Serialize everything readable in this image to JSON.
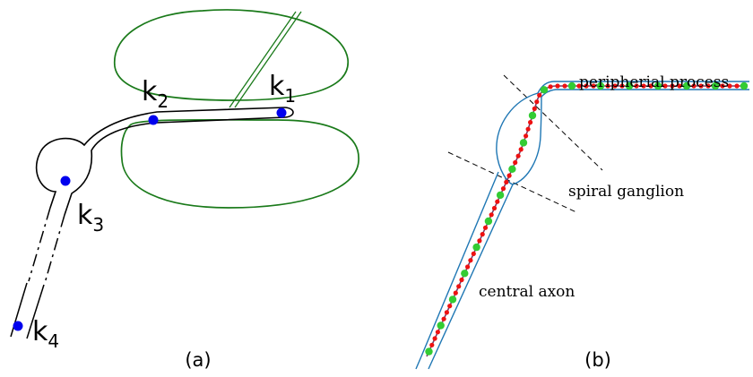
{
  "panel_a": {
    "label": "(a)",
    "points": [
      {
        "letter": "k",
        "index": "1"
      },
      {
        "letter": "k",
        "index": "2"
      },
      {
        "letter": "k",
        "index": "3"
      },
      {
        "letter": "k",
        "index": "4"
      }
    ]
  },
  "panel_b": {
    "label": "(b)",
    "regions": {
      "peripheral": "peripherial process",
      "ganglion": "spiral ganglion",
      "central": "central axon"
    }
  },
  "colors": {
    "outline": "#000000",
    "cell": "#1a7a1a",
    "node": "#0000ee",
    "sheath": "#1f77b4",
    "red_dot": "#ee1111",
    "green_dot": "#33cc33",
    "track": "#7a3c66"
  }
}
